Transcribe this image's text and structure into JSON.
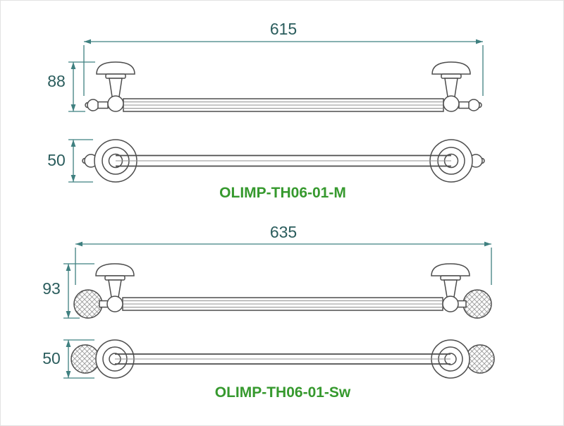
{
  "colors": {
    "dimension_line": "#3f8080",
    "dimension_text": "#2b5d5d",
    "label_text": "#36992e",
    "drawing_line": "#4d4d4d",
    "background": "#ffffff"
  },
  "products": [
    {
      "label": "OLIMP-TH06-01-M",
      "length": "615",
      "height": "88",
      "depth": "50"
    },
    {
      "label": "OLIMP-TH06-01-Sw",
      "length": "635",
      "height": "93",
      "depth": "50"
    }
  ]
}
